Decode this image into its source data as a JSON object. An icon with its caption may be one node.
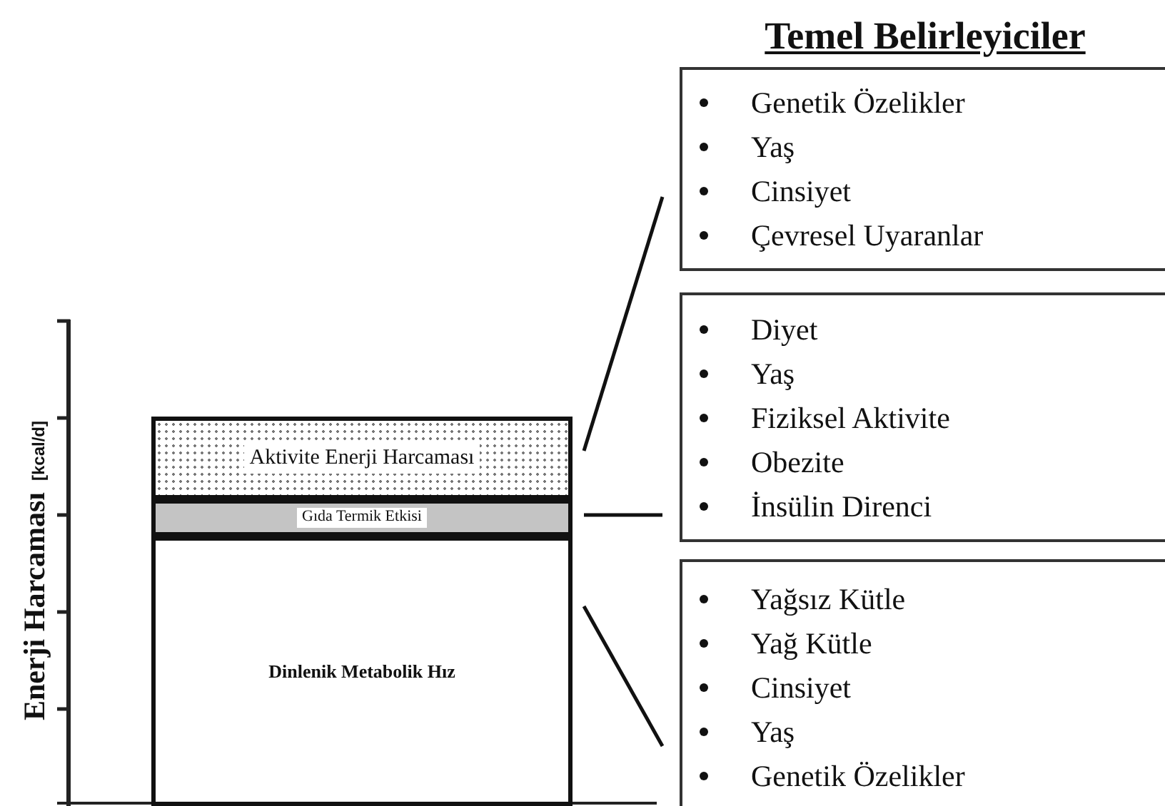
{
  "diagram": {
    "title": "Temel Belirleyiciler",
    "nodes": [
      {
        "text": [
          "Aktivite Enerji Harcaması"
        ]
      },
      {
        "text": [
          "Gıda Termik Etkisi"
        ]
      },
      {
        "text": [
          "Dinlenik Metabolik Hız"
        ]
      },
      {
        "text": [
          "Genetik Özelikler",
          "Yaş",
          "Cinsiyet",
          "Çevresel Uyaranlar"
        ]
      },
      {
        "text": [
          "Diyet",
          "Yaş",
          "Fiziksel Aktivite",
          "Obezite",
          "İnsülin Direnci"
        ]
      },
      {
        "text": [
          "Yağsız Kütle",
          "Yağ Kütle",
          "Cinsiyet",
          "Yaş",
          "Genetik Özelikler"
        ]
      }
    ],
    "edges": [
      {
        "from": 0,
        "to": 3,
        "arrow": "none"
      },
      {
        "from": 1,
        "to": 4,
        "arrow": "none"
      },
      {
        "from": 2,
        "to": 5,
        "arrow": "none"
      }
    ],
    "labels": [
      "Enerji Harcaması",
      "[kcal/d]"
    ]
  }
}
